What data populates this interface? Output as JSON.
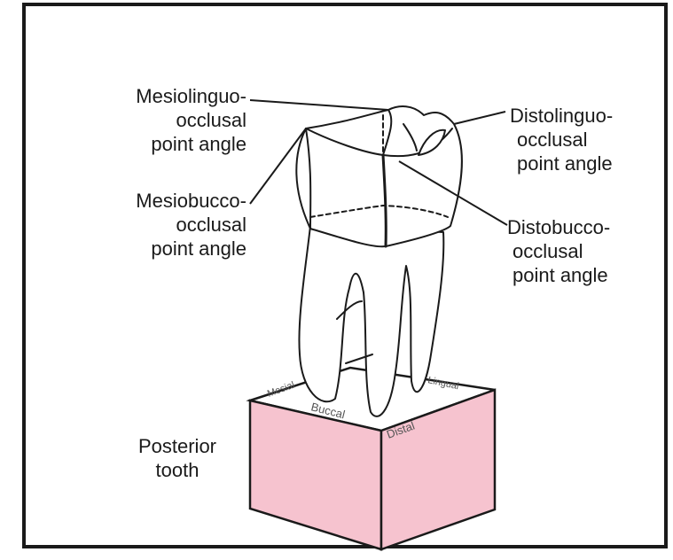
{
  "colors": {
    "frame": "#1a1a1a",
    "block_faces": "#f6c3cf",
    "block_top": "#ffffff",
    "ink": "#1a1a1a"
  },
  "labels": {
    "mesiolinguo": [
      "Mesiolinguo-",
      "occlusal",
      "point angle"
    ],
    "mesiobucco": [
      "Mesiobucco-",
      "occlusal",
      "point angle"
    ],
    "distolinguo": [
      "Distolinguo-",
      "occlusal",
      "point angle"
    ],
    "distobucco": [
      "Distobucco-",
      "occlusal",
      "point angle"
    ],
    "posterior": [
      "Posterior",
      "tooth"
    ]
  },
  "block_surface_labels": {
    "mesial": "Mesial",
    "buccal": "Buccal",
    "distal": "Distal",
    "lingual": "Lingual"
  }
}
